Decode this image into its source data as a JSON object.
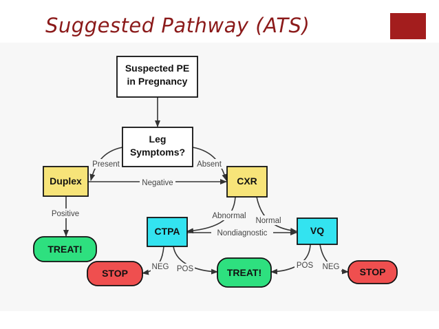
{
  "slide": {
    "title": "Suggested Pathway (ATS)",
    "colors": {
      "title": "#8b1a1a",
      "accent": "#a31d1d"
    }
  },
  "flowchart": {
    "nodes": {
      "suspected_pe": {
        "lines": [
          "Suspected PE",
          "in Pregnancy"
        ],
        "fill": "#ffffff"
      },
      "leg_symptoms": {
        "lines": [
          "Leg",
          "Symptoms?"
        ],
        "fill": "#ffffff"
      },
      "duplex": {
        "lines": [
          "Duplex"
        ],
        "fill": "#f7e479"
      },
      "cxr": {
        "lines": [
          "CXR"
        ],
        "fill": "#f7e479"
      },
      "treat_left": {
        "lines": [
          "TREAT!"
        ],
        "fill": "#2ee07f"
      },
      "ctpa": {
        "lines": [
          "CTPA"
        ],
        "fill": "#33e3f0"
      },
      "vq": {
        "lines": [
          "VQ"
        ],
        "fill": "#33e3f0"
      },
      "stop_left": {
        "lines": [
          "STOP"
        ],
        "fill": "#ef4f4f"
      },
      "treat_center": {
        "lines": [
          "TREAT!"
        ],
        "fill": "#2ee07f"
      },
      "stop_right": {
        "lines": [
          "STOP"
        ],
        "fill": "#ef4f4f"
      }
    },
    "edge_labels": {
      "present": "Present",
      "absent": "Absent",
      "negative": "Negative",
      "positive": "Positive",
      "abnormal": "Abnormal",
      "normal": "Normal",
      "nondiagnostic": "Nondiagnostic",
      "neg_ctpa": "NEG",
      "pos_ctpa": "POS",
      "pos_vq": "POS",
      "neg_vq": "NEG"
    }
  }
}
